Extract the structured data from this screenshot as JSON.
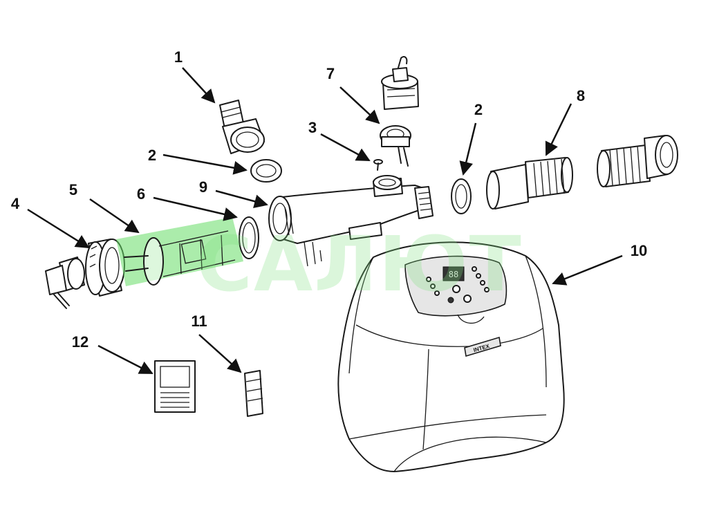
{
  "callouts": [
    {
      "id": "c1",
      "text": "1"
    },
    {
      "id": "c2a",
      "text": "2"
    },
    {
      "id": "c2b",
      "text": "2"
    },
    {
      "id": "c3",
      "text": "3"
    },
    {
      "id": "c4",
      "text": "4"
    },
    {
      "id": "c5",
      "text": "5"
    },
    {
      "id": "c6",
      "text": "6"
    },
    {
      "id": "c7",
      "text": "7"
    },
    {
      "id": "c8",
      "text": "8"
    },
    {
      "id": "c9",
      "text": "9"
    },
    {
      "id": "c10",
      "text": "10"
    },
    {
      "id": "c11",
      "text": "11"
    },
    {
      "id": "c12",
      "text": "12"
    }
  ],
  "brand_badge": "INTEX",
  "watermark": "САЛЮТ",
  "display_readout": "88",
  "colors": {
    "line": "#1a1a1a",
    "highlight": "#66dd66",
    "watermark": "#7fe07f"
  }
}
